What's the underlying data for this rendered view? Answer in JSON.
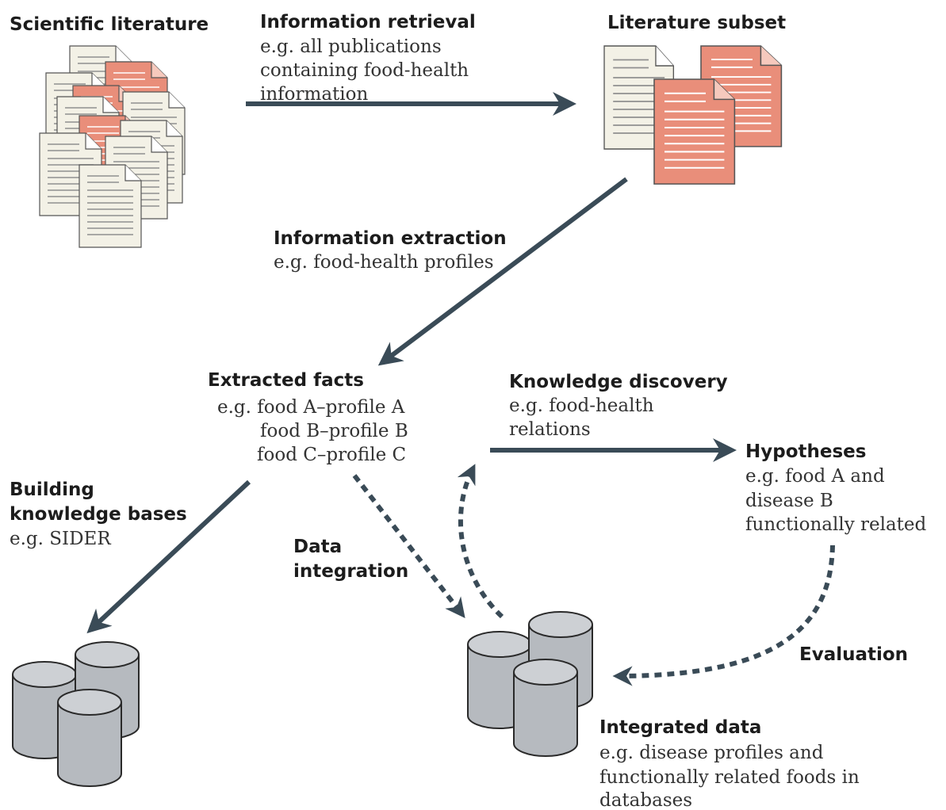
{
  "colors": {
    "arrow": "#3a4b57",
    "page_light": "#f3f1e6",
    "page_red": "#e98e7a",
    "page_line": "#9a9a9a",
    "db_top": "#c9ccd0",
    "db_body": "#b5b9be",
    "db_stroke": "#2a2a2a"
  },
  "nodes": {
    "scientific_literature": {
      "title": "Scientific literature"
    },
    "literature_subset": {
      "title": "Literature subset"
    },
    "extracted_facts": {
      "title": "Extracted facts",
      "lines": [
        "e.g. food A–profile A",
        "food B–profile B",
        "food C–profile C"
      ]
    },
    "hypotheses": {
      "title": "Hypotheses",
      "lines": [
        "e.g. food A and",
        "disease B",
        "functionally related"
      ]
    },
    "integrated_data": {
      "title": "Integrated data",
      "lines": [
        "e.g. disease profiles and",
        "functionally related foods in",
        "databases"
      ]
    },
    "knowledge_bases_db": {
      "icon": "database-stack-icon"
    }
  },
  "edges": {
    "information_retrieval": {
      "title": "Information retrieval",
      "lines": [
        "e.g. all publications",
        "containing food-health",
        "information"
      ]
    },
    "information_extraction": {
      "title": "Information extraction",
      "lines": [
        "e.g. food-health profiles"
      ]
    },
    "knowledge_discovery": {
      "title": "Knowledge discovery",
      "lines": [
        "e.g. food-health",
        "relations"
      ]
    },
    "building_knowledge_bases": {
      "title_lines": [
        "Building",
        "knowledge bases"
      ],
      "lines": [
        "e.g. SIDER"
      ]
    },
    "data_integration": {
      "title_lines": [
        "Data",
        "integration"
      ]
    },
    "evaluation": {
      "title": "Evaluation"
    }
  }
}
